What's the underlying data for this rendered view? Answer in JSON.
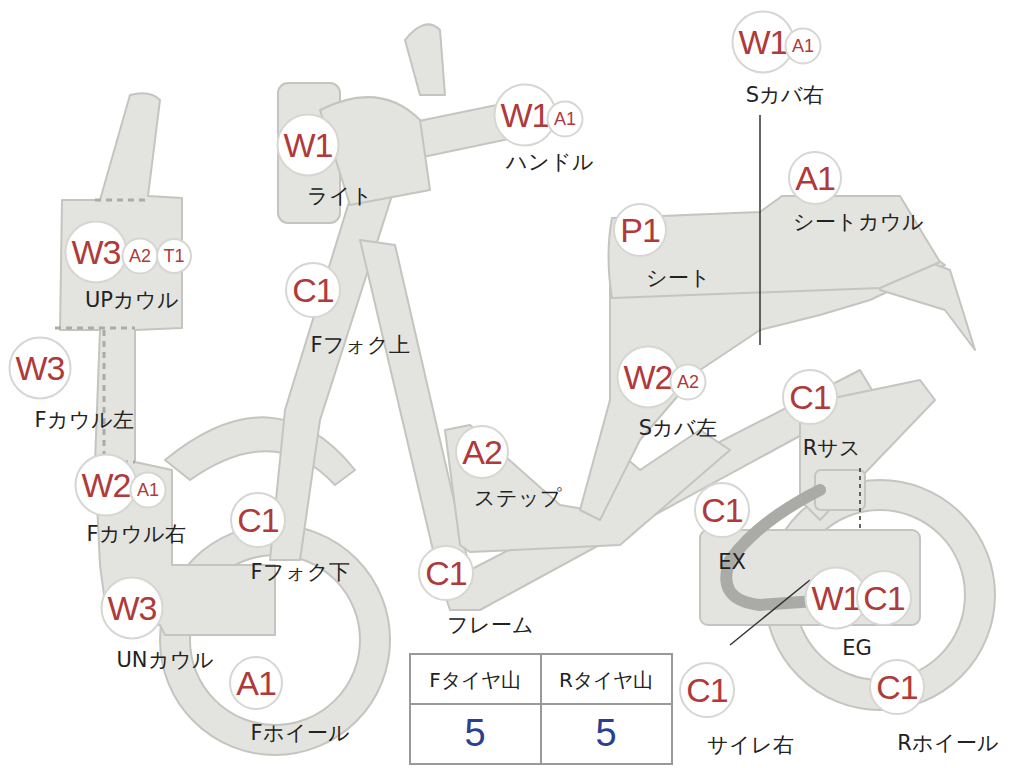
{
  "diagram": {
    "labels": [
      "W1",
      "A1",
      "Sカバ右",
      "W1",
      "A1",
      "ハンドル",
      "W1",
      "ライト",
      "A1",
      "シートカウル",
      "P1",
      "シート",
      "W3",
      "A2",
      "T1",
      "UPカウル",
      "C1",
      "Fフォク上",
      "W3",
      "Fカウル左",
      "W2",
      "A2",
      "Sカバ左",
      "C1",
      "Rサス",
      "A2",
      "ステップ",
      "W2",
      "A1",
      "Fカウル右",
      "C1",
      "Fフォク下",
      "C1",
      "EX",
      "C1",
      "フレーム",
      "W1",
      "C1",
      "EG",
      "W3",
      "UNカウル",
      "A1",
      "Fホイール",
      "Fタイヤ山",
      "Rタイヤ山",
      "5",
      "5",
      "C1",
      "サイレ右",
      "C1",
      "Rホイール"
    ]
  }
}
